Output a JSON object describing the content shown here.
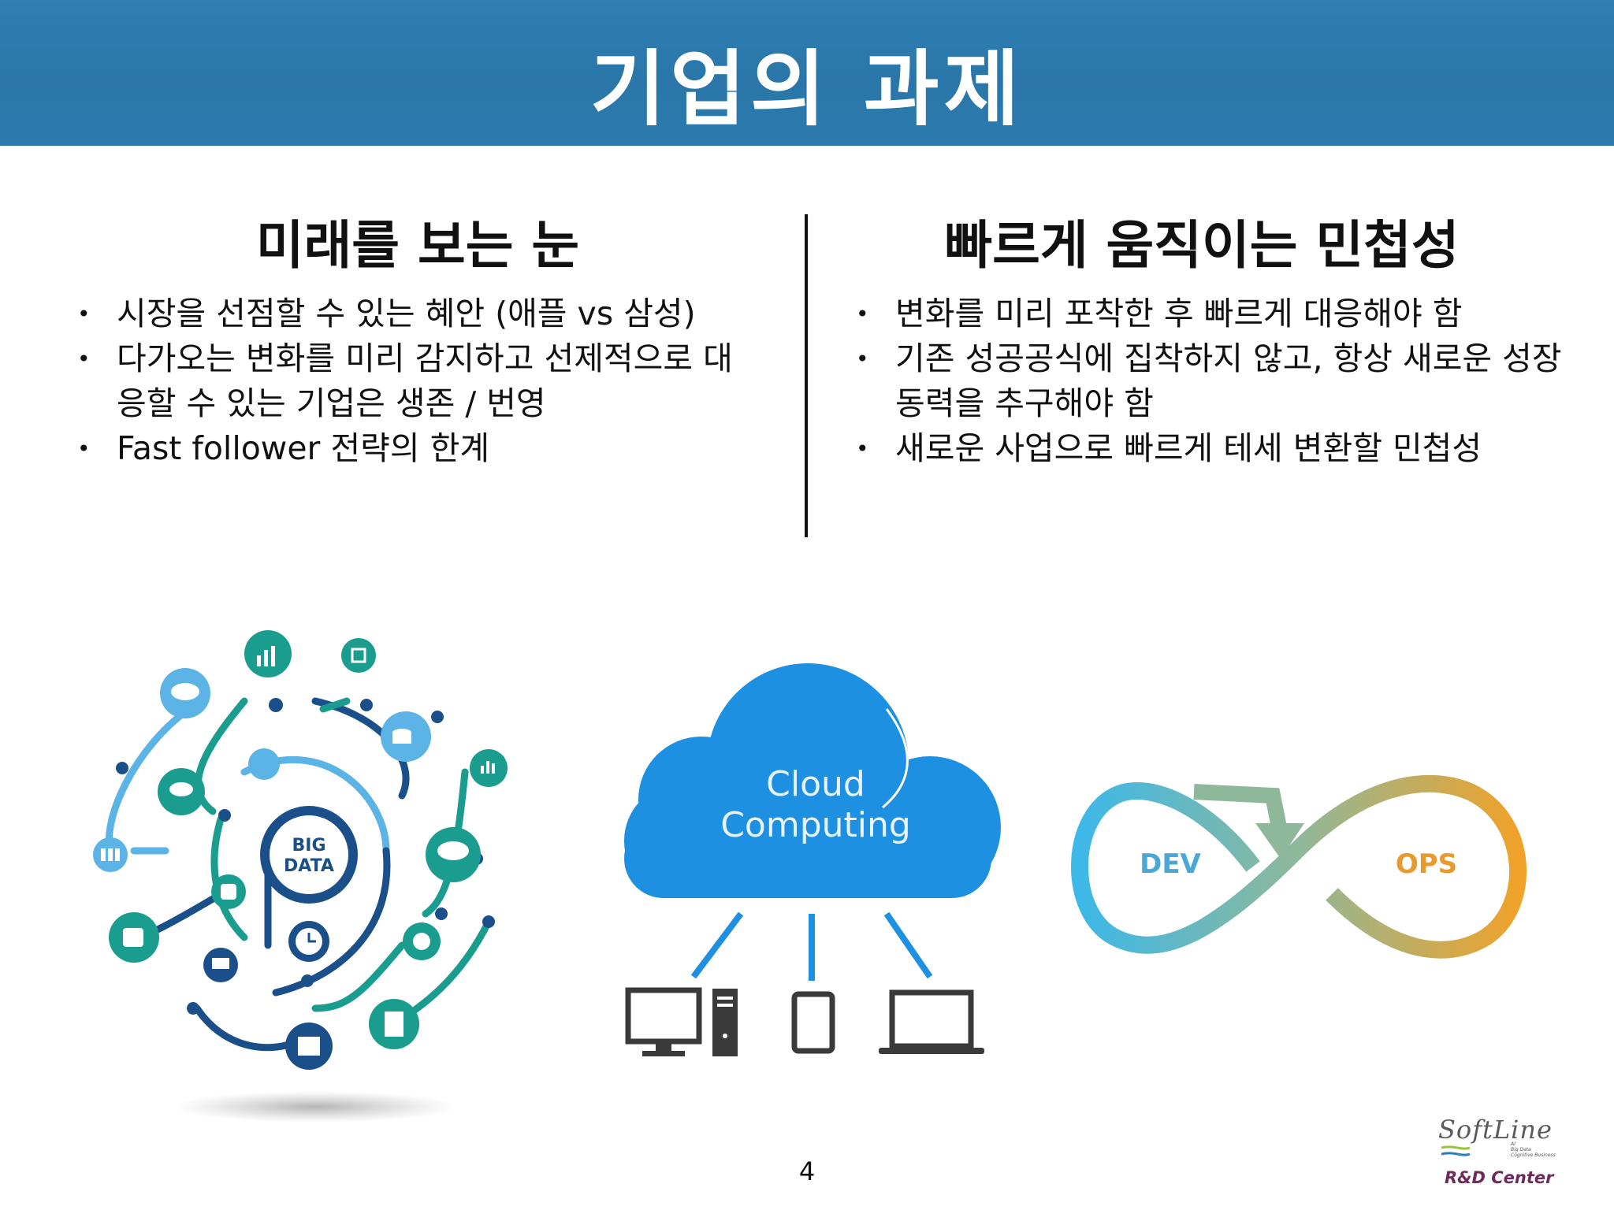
{
  "header": {
    "title": "기업의 과제"
  },
  "left_column": {
    "title": "미래를 보는 눈",
    "bullets": [
      "시장을 선점할 수 있는 혜안 (애플 vs 삼성)",
      "다가오는 변화를 미리 감지하고 선제적으로 대응할 수 있는 기업은 생존 / 번영",
      "Fast follower 전략의 한계"
    ]
  },
  "right_column": {
    "title": "빠르게 움직이는 민첩성",
    "bullets": [
      "변화를 미리 포착한 후 빠르게 대응해야 함",
      "기존 성공공식에 집착하지 않고, 항상 새로운 성장동력을 추구해야 함",
      "새로운 사업으로 빠르게 테세 변환할 민첩성"
    ]
  },
  "illustrations": {
    "big_data": {
      "line1": "BIG",
      "line2": "DATA"
    },
    "cloud": {
      "line1": "Cloud",
      "line2": "Computing"
    },
    "devops": {
      "dev": "DEV",
      "ops": "OPS"
    }
  },
  "logo": {
    "brand": "SoftLine",
    "sub1": "AI",
    "sub2": "Big Data",
    "sub3": "Cognitive Business",
    "bottom": "R&D Center"
  },
  "page_number": "4",
  "colors": {
    "header_blue": "#2b78ab",
    "cloud_blue": "#1e90e2",
    "teal": "#1a9d8f",
    "navy": "#1b4f8a",
    "devops_start": "#3db8e8",
    "devops_end": "#f0a22a"
  }
}
